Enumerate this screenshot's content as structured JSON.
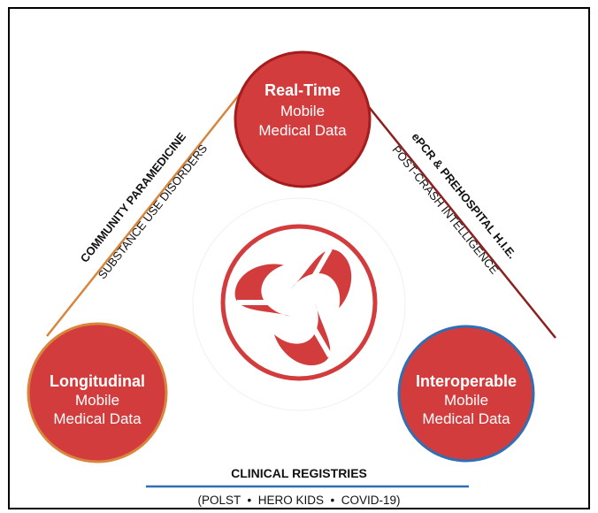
{
  "colors": {
    "circle_fill": "#d23c3c",
    "top_ring": "#a51c1c",
    "left_ring": "#d9863c",
    "right_ring": "#2f6fb5",
    "line_left": "#d9863c",
    "line_right": "#8c1f1f",
    "line_bottom": "#2f6fb5",
    "logo": "#d23c3c",
    "text": "#111111",
    "frame": "#000000"
  },
  "nodes": {
    "top": {
      "title": "Real-Time",
      "line1": "Mobile",
      "line2": "Medical Data"
    },
    "left": {
      "title": "Longitudinal",
      "line1": "Mobile",
      "line2": "Medical Data"
    },
    "right": {
      "title": "Interoperable",
      "line1": "Mobile",
      "line2": "Medical Data"
    }
  },
  "edges": {
    "left": {
      "primary": "COMMUNITY PARAMEDICINE",
      "secondary": "SUBSTANCE USE DISORDERS"
    },
    "right": {
      "primary": "ePCR & PREHOSPITAL H.I.E.",
      "secondary": "POST-CRASH INTELLIGENCE"
    },
    "bottom": {
      "primary": "CLINICAL REGISTRIES",
      "secondary": "(POLST  •  HERO KIDS  •  COVID-19)"
    }
  },
  "center_logo": {
    "icon": "triskelion-logo-icon"
  }
}
